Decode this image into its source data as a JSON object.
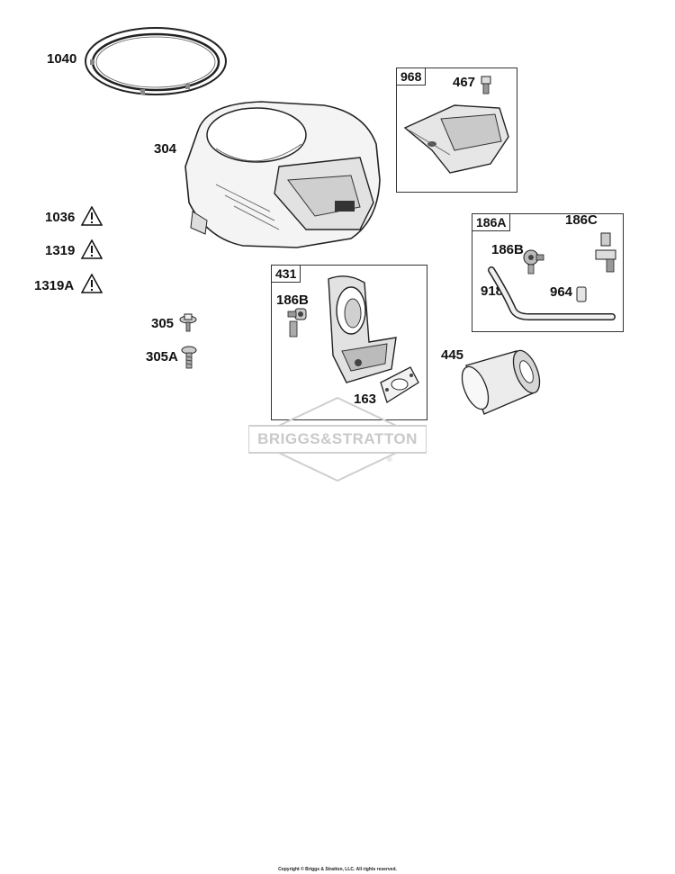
{
  "labels": {
    "p1040": "1040",
    "p304": "304",
    "p1036": "1036",
    "p1319": "1319",
    "p1319a": "1319A",
    "p305": "305",
    "p305a": "305A",
    "p968": "968",
    "p467": "467",
    "p186a": "186A",
    "p186b_top": "186B",
    "p186c": "186C",
    "p918": "918",
    "p964": "964",
    "p431": "431",
    "p186b_mid": "186B",
    "p163": "163",
    "p445": "445"
  },
  "watermark": {
    "text": "BRIGGS&STRATTON",
    "registered": "®"
  },
  "footer": {
    "copyright": "Copyright © Briggs & Stratton, LLC. All rights reserved."
  },
  "icons": {
    "warning": "warning-triangle-icon"
  }
}
